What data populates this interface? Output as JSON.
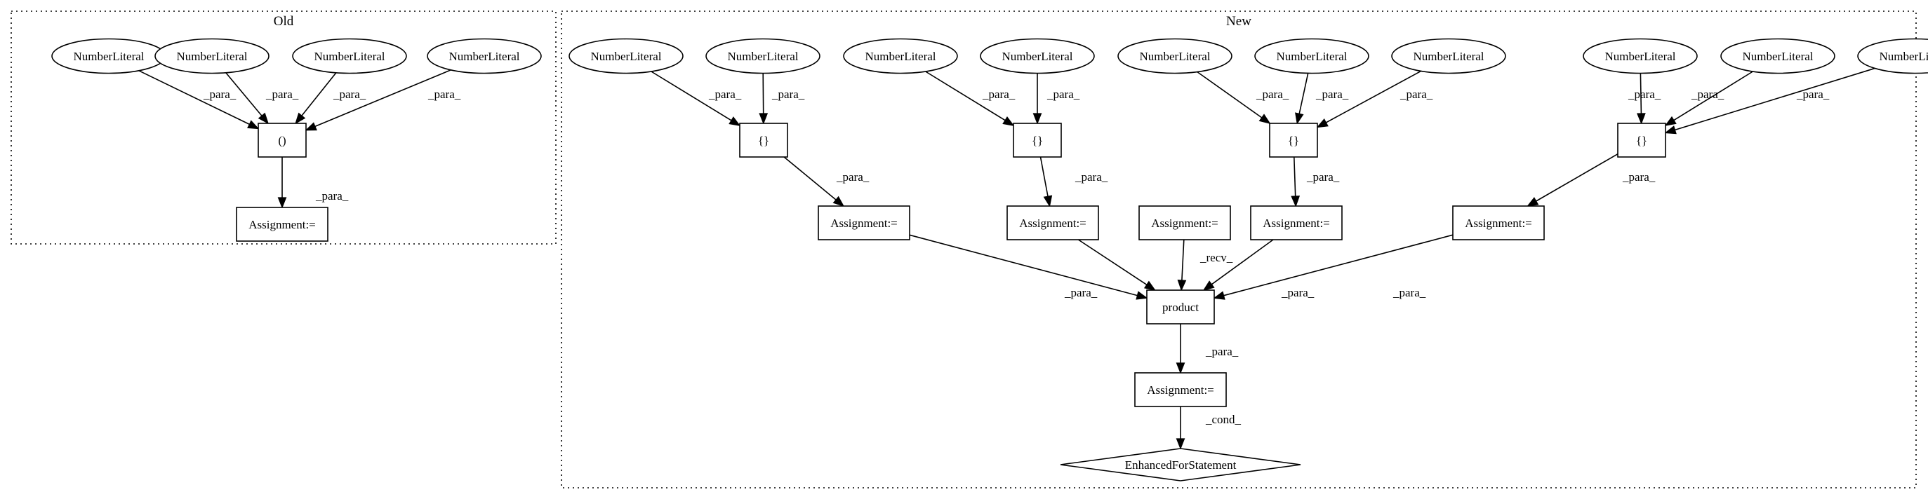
{
  "clusters": [
    {
      "id": "old",
      "label": "Old"
    },
    {
      "id": "new",
      "label": "New"
    }
  ],
  "nodes": [
    {
      "id": "o_n1",
      "label": "NumberLiteral",
      "shape": "ellipse"
    },
    {
      "id": "o_n2",
      "label": "NumberLiteral",
      "shape": "ellipse"
    },
    {
      "id": "o_n3",
      "label": "NumberLiteral",
      "shape": "ellipse"
    },
    {
      "id": "o_n4",
      "label": "NumberLiteral",
      "shape": "ellipse"
    },
    {
      "id": "o_paren",
      "label": "()",
      "shape": "box"
    },
    {
      "id": "o_assign",
      "label": "Assignment:=",
      "shape": "box"
    },
    {
      "id": "n_l1",
      "label": "NumberLiteral",
      "shape": "ellipse"
    },
    {
      "id": "n_l2",
      "label": "NumberLiteral",
      "shape": "ellipse"
    },
    {
      "id": "n_l3",
      "label": "NumberLiteral",
      "shape": "ellipse"
    },
    {
      "id": "n_l4",
      "label": "NumberLiteral",
      "shape": "ellipse"
    },
    {
      "id": "n_l5",
      "label": "NumberLiteral",
      "shape": "ellipse"
    },
    {
      "id": "n_l6",
      "label": "NumberLiteral",
      "shape": "ellipse"
    },
    {
      "id": "n_l7",
      "label": "NumberLiteral",
      "shape": "ellipse"
    },
    {
      "id": "n_l8",
      "label": "NumberLiteral",
      "shape": "ellipse"
    },
    {
      "id": "n_l9",
      "label": "NumberLiteral",
      "shape": "ellipse"
    },
    {
      "id": "n_l10",
      "label": "NumberLiteral",
      "shape": "ellipse"
    },
    {
      "id": "n_b1",
      "label": "{}",
      "shape": "box"
    },
    {
      "id": "n_b2",
      "label": "{}",
      "shape": "box"
    },
    {
      "id": "n_b3",
      "label": "{}",
      "shape": "box"
    },
    {
      "id": "n_b4",
      "label": "{}",
      "shape": "box"
    },
    {
      "id": "n_a1",
      "label": "Assignment:=",
      "shape": "box"
    },
    {
      "id": "n_a2",
      "label": "Assignment:=",
      "shape": "box"
    },
    {
      "id": "n_a3",
      "label": "Assignment:=",
      "shape": "box"
    },
    {
      "id": "n_a4",
      "label": "Assignment:=",
      "shape": "box"
    },
    {
      "id": "n_a5",
      "label": "Assignment:=",
      "shape": "box"
    },
    {
      "id": "n_prod",
      "label": "product",
      "shape": "box"
    },
    {
      "id": "n_a6",
      "label": "Assignment:=",
      "shape": "box"
    },
    {
      "id": "n_efs",
      "label": "EnhancedForStatement",
      "shape": "diamond"
    }
  ],
  "edges": [
    {
      "from": "o_n1",
      "to": "o_paren",
      "label": "_para_"
    },
    {
      "from": "o_n2",
      "to": "o_paren",
      "label": "_para_"
    },
    {
      "from": "o_n3",
      "to": "o_paren",
      "label": "_para_"
    },
    {
      "from": "o_n4",
      "to": "o_paren",
      "label": "_para_"
    },
    {
      "from": "o_paren",
      "to": "o_assign",
      "label": "_para_"
    },
    {
      "from": "n_l1",
      "to": "n_b1",
      "label": "_para_"
    },
    {
      "from": "n_l2",
      "to": "n_b1",
      "label": "_para_"
    },
    {
      "from": "n_l3",
      "to": "n_b2",
      "label": "_para_"
    },
    {
      "from": "n_l4",
      "to": "n_b2",
      "label": "_para_"
    },
    {
      "from": "n_l5",
      "to": "n_b3",
      "label": "_para_"
    },
    {
      "from": "n_l6",
      "to": "n_b3",
      "label": "_para_"
    },
    {
      "from": "n_l7",
      "to": "n_b3",
      "label": "_para_"
    },
    {
      "from": "n_l8",
      "to": "n_b4",
      "label": "_para_"
    },
    {
      "from": "n_l9",
      "to": "n_b4",
      "label": "_para_"
    },
    {
      "from": "n_l10",
      "to": "n_b4",
      "label": "_para_"
    },
    {
      "from": "n_b1",
      "to": "n_a1",
      "label": "_para_"
    },
    {
      "from": "n_b2",
      "to": "n_a2",
      "label": "_para_"
    },
    {
      "from": "n_b3",
      "to": "n_a4",
      "label": "_para_"
    },
    {
      "from": "n_b4",
      "to": "n_a5",
      "label": "_para_"
    },
    {
      "from": "n_a1",
      "to": "n_prod",
      "label": "_para_"
    },
    {
      "from": "n_a2",
      "to": "n_prod",
      "label": "_para_"
    },
    {
      "from": "n_a3",
      "to": "n_prod",
      "label": "_recv_"
    },
    {
      "from": "n_a4",
      "to": "n_prod",
      "label": "_para_"
    },
    {
      "from": "n_a5",
      "to": "n_prod",
      "label": "_para_"
    },
    {
      "from": "n_prod",
      "to": "n_a6",
      "label": "_para_"
    },
    {
      "from": "n_a6",
      "to": "n_efs",
      "label": "_cond_"
    }
  ]
}
